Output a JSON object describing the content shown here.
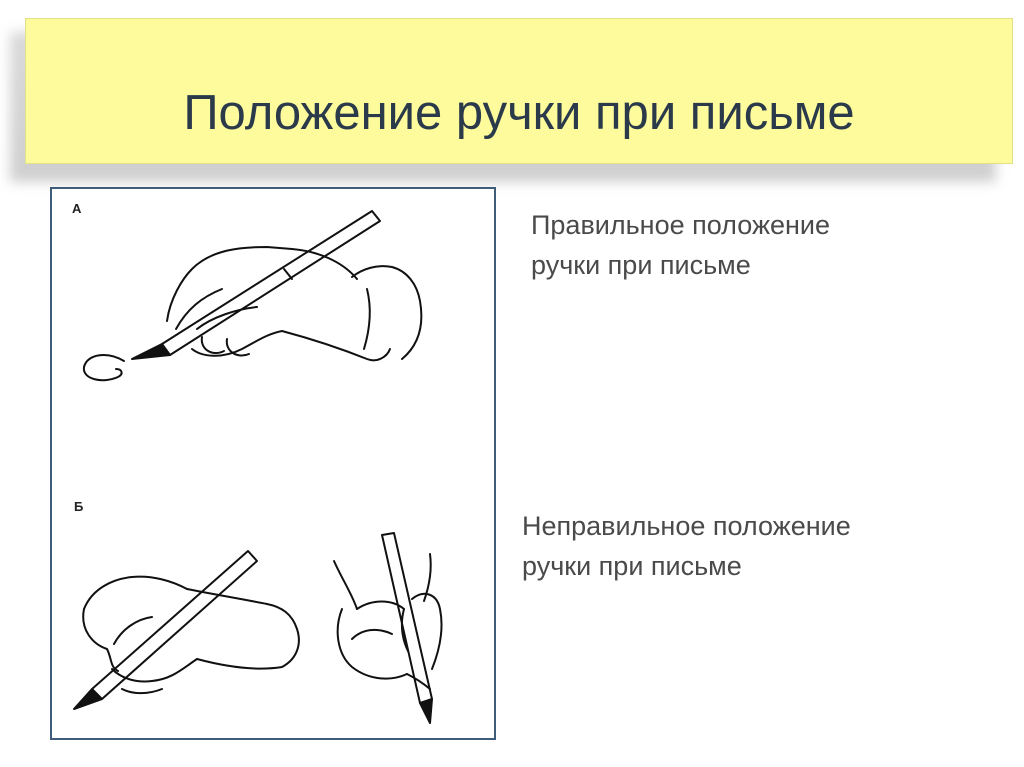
{
  "slide": {
    "title": "Положение ручки при письме"
  },
  "figure": {
    "label_a": "А",
    "label_b": "Б"
  },
  "captions": {
    "correct_line1": "Правильное положение",
    "correct_line2": "ручки при письме",
    "incorrect_line1": "Неправильное положение",
    "incorrect_line2": "ручки при письме"
  }
}
